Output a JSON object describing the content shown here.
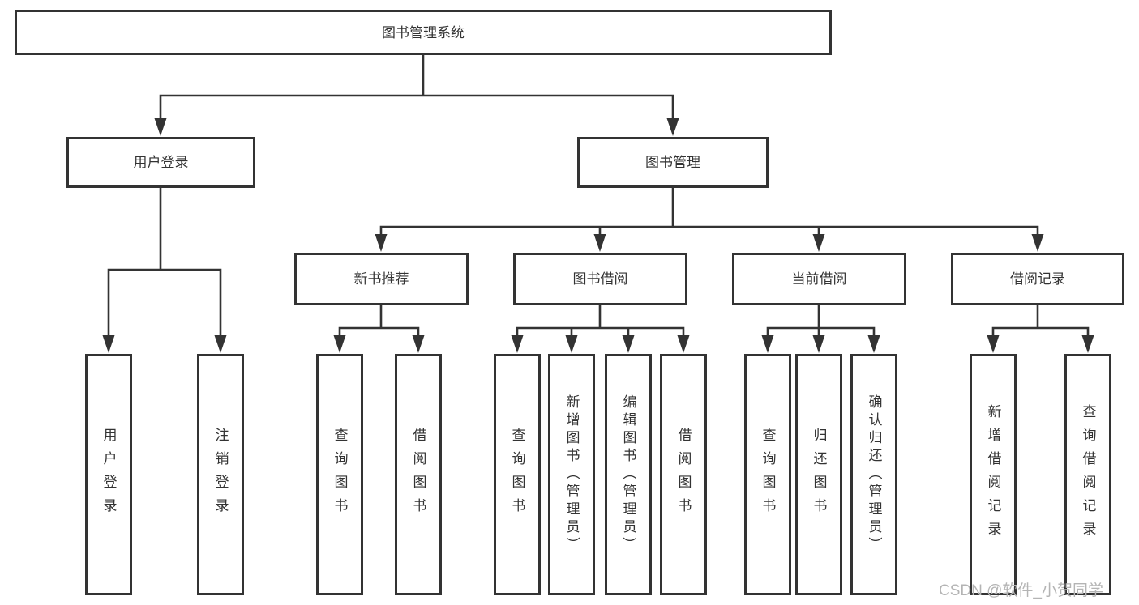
{
  "colors": {
    "line": "#333333",
    "box_border": "#333333",
    "text": "#333333",
    "background": "#ffffff",
    "watermark": "#b4b4b4"
  },
  "diagram": {
    "root": {
      "label": "图书管理系统"
    },
    "level2": [
      {
        "label": "用户登录",
        "parent": "图书管理系统"
      },
      {
        "label": "图书管理",
        "parent": "图书管理系统"
      }
    ],
    "level3": [
      {
        "label": "新书推荐",
        "parent": "图书管理"
      },
      {
        "label": "图书借阅",
        "parent": "图书管理"
      },
      {
        "label": "当前借阅",
        "parent": "图书管理"
      },
      {
        "label": "借阅记录",
        "parent": "图书管理"
      }
    ],
    "leaves": [
      {
        "label": "用户登录",
        "parent": "用户登录"
      },
      {
        "label": "注销登录",
        "parent": "用户登录"
      },
      {
        "label": "查询图书",
        "parent": "新书推荐"
      },
      {
        "label": "借阅图书",
        "parent": "新书推荐"
      },
      {
        "label": "查询图书",
        "parent": "图书借阅"
      },
      {
        "label": "新增图书（管理员）",
        "parent": "图书借阅"
      },
      {
        "label": "编辑图书（管理员）",
        "parent": "图书借阅"
      },
      {
        "label": "借阅图书",
        "parent": "图书借阅"
      },
      {
        "label": "查询图书",
        "parent": "当前借阅"
      },
      {
        "label": "归还图书",
        "parent": "当前借阅"
      },
      {
        "label": "确认归还（管理员）",
        "parent": "当前借阅"
      },
      {
        "label": "新增借阅记录",
        "parent": "借阅记录"
      },
      {
        "label": "查询借阅记录",
        "parent": "借阅记录"
      }
    ]
  },
  "watermark": {
    "text": "CSDN @软件_小贺同学"
  }
}
